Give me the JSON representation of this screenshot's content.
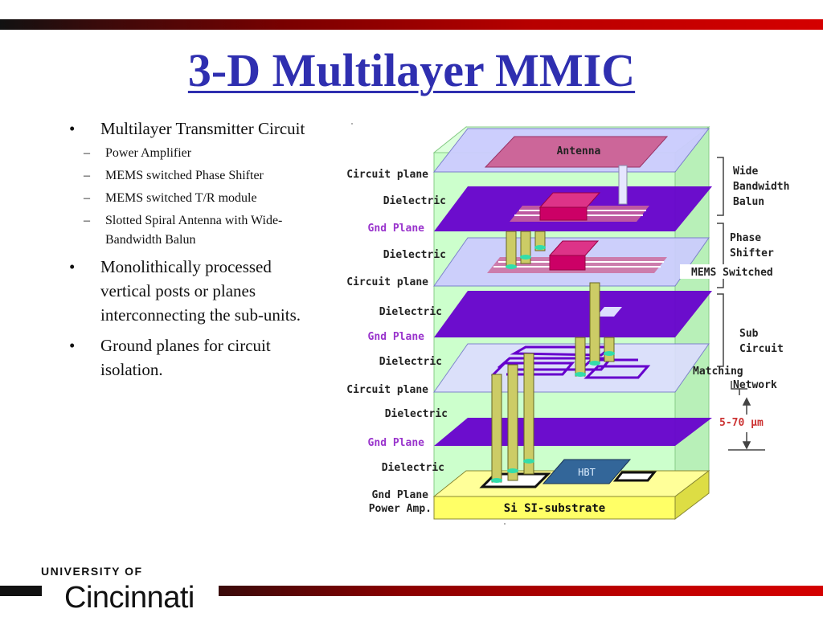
{
  "title": "3-D Multilayer MMIC",
  "bullets": [
    {
      "text": "Multilayer Transmitter Circuit",
      "sub": [
        "Power Amplifier",
        "MEMS switched Phase Shifter",
        "MEMS switched T/R module",
        "Slotted Spiral Antenna with Wide-Bandwidth Balun"
      ]
    },
    {
      "text": "Monolithically processed vertical posts or planes interconnecting the sub-units.",
      "sub": []
    },
    {
      "text": "Ground planes for circuit isolation.",
      "sub": []
    }
  ],
  "diagram": {
    "left_labels": [
      "Circuit plane",
      "Dielectric",
      "Gnd Plane",
      "Dielectric",
      "Circuit plane",
      "Dielectric",
      "Gnd Plane",
      "Dielectric",
      "Circuit plane",
      "Dielectric",
      "Gnd Plane",
      "Dielectric",
      "Gnd Plane",
      "Power Amp."
    ],
    "right_labels": {
      "balun": [
        "Wide",
        "Bandwidth",
        "Balun"
      ],
      "phase_shifter": [
        "Phase",
        "Shifter"
      ],
      "mems_switched": "MEMS Switched",
      "sub_circuit": [
        "Sub",
        "Circuit"
      ],
      "matching_network": [
        "Matching",
        "Network"
      ],
      "thickness": "5-70 µm"
    },
    "antenna_label": "Antenna",
    "hbt_label": "HBT",
    "substrate_label": "Si SI-substrate",
    "colors": {
      "box_fill": "#ccffcc",
      "circuit_plane": "#ccccff",
      "dielectric_gnd": "#6600cc",
      "antenna": "#cc6699",
      "component": "#cc0066",
      "post": "#cccc66",
      "substrate": "#ffff66",
      "hbt": "#336699",
      "label_dark": "#222222",
      "label_gnd": "#9933cc"
    }
  },
  "footer": {
    "university_of": "UNIVERSITY OF",
    "university_name": "Cincinnati"
  }
}
